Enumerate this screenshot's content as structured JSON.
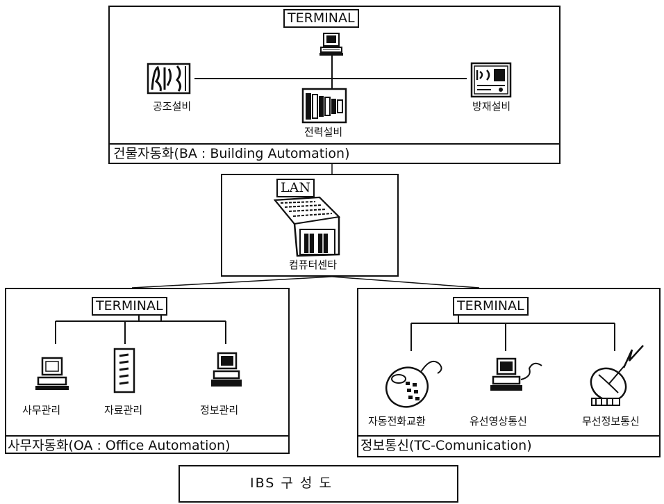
{
  "ba": {
    "terminal": "TERMINAL",
    "hvac": "공조설비",
    "power": "전력설비",
    "fire": "방재설비",
    "caption": "건물자동화(BA : Building Automation)"
  },
  "center": {
    "lan": "LAN",
    "label": "컴퓨터센타"
  },
  "oa": {
    "terminal": "TERMINAL",
    "office": "사무관리",
    "data": "자료관리",
    "info": "정보관리",
    "caption": "사무자동화(OA : Office Automation)"
  },
  "tc": {
    "terminal": "TERMINAL",
    "exchange": "자동전화교환",
    "video": "유선영상통신",
    "wireless": "무선정보통신",
    "caption": "정보통신(TC-Comunication)"
  },
  "footer": {
    "title": "IBS 구 성 도"
  }
}
